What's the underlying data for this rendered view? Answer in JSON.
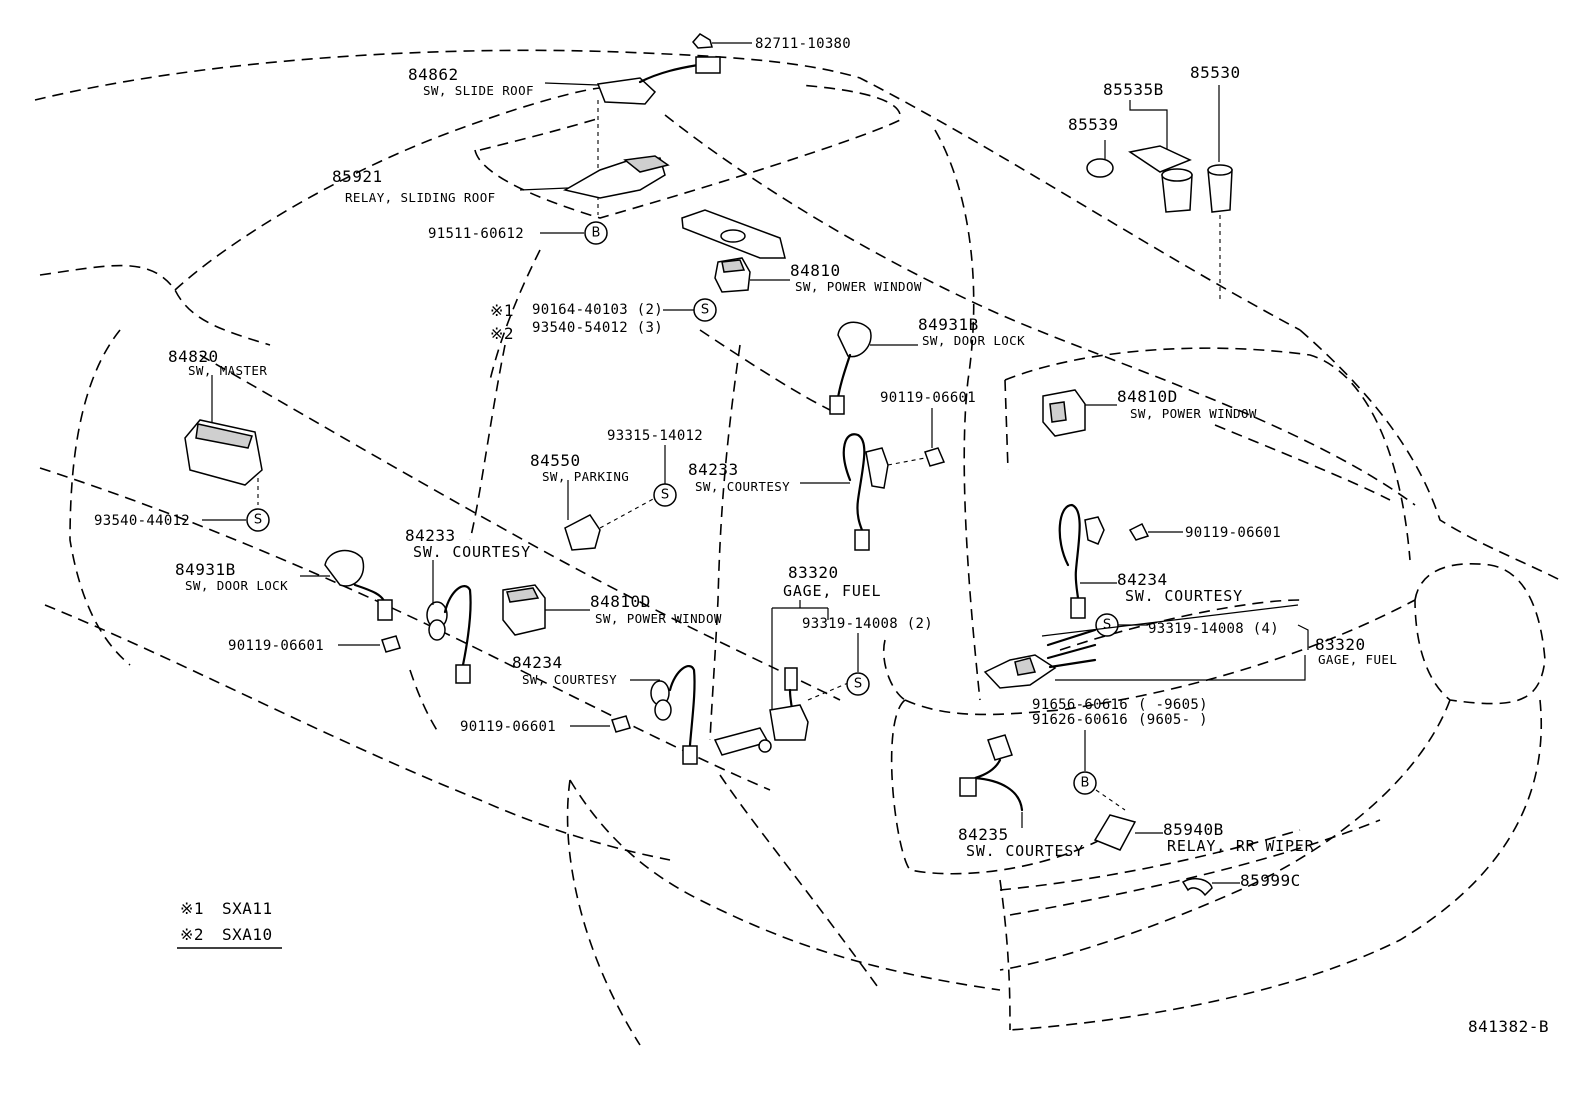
{
  "parts": {
    "p82711": {
      "number": "82711-10380"
    },
    "p84862": {
      "number": "84862",
      "name": "SW, SLIDE ROOF"
    },
    "p85921": {
      "number": "85921",
      "name": "RELAY, SLIDING ROOF"
    },
    "p91511": {
      "number": "91511-60612"
    },
    "p84810a": {
      "number": "84810",
      "name": "SW, POWER WINDOW"
    },
    "p90164": {
      "marker": "※1",
      "number": "90164-40103 (2)"
    },
    "p93540a": {
      "marker": "※2",
      "number": "93540-54012 (3)"
    },
    "p84931a": {
      "number": "84931B",
      "name": "SW, DOOR LOCK"
    },
    "p84820": {
      "number": "84820",
      "name": "SW, MASTER"
    },
    "p90119a": {
      "number": "90119-06601"
    },
    "p93315": {
      "number": "93315-14012"
    },
    "p84550": {
      "number": "84550",
      "name": "SW, PARKING"
    },
    "p84233a": {
      "number": "84233",
      "name": "SW, COURTESY"
    },
    "p93540b": {
      "number": "93540-44012"
    },
    "p84233b": {
      "number": "84233",
      "name": "SW. COURTESY"
    },
    "p84931b": {
      "number": "84931B",
      "name": "SW, DOOR LOCK"
    },
    "p84810b": {
      "number": "84810D",
      "name": "SW, POWER WINDOW"
    },
    "p90119b": {
      "number": "90119-06601"
    },
    "p84234a": {
      "number": "84234",
      "name": "SW, COURTESY"
    },
    "p90119c": {
      "number": "90119-06601"
    },
    "p83320a": {
      "number": "83320",
      "name": "GAGE, FUEL"
    },
    "p93319a": {
      "number": "93319-14008 (2)"
    },
    "p84810c": {
      "number": "84810D",
      "name": "SW, POWER WINDOW"
    },
    "p90119d": {
      "number": "90119-06601"
    },
    "p84234b": {
      "number": "84234",
      "name": "SW. COURTESY"
    },
    "p93319b": {
      "number": "93319-14008 (4)"
    },
    "p83320b": {
      "number": "83320",
      "name": "GAGE, FUEL"
    },
    "p91656": {
      "number": "91656-60616",
      "range": "(    -9605)"
    },
    "p91626": {
      "number": "91626-60616",
      "range": "(9605-    )"
    },
    "p84235": {
      "number": "84235",
      "name": "SW. COURTESY"
    },
    "p85940": {
      "number": "85940B",
      "name": "RELAY, RR WIPER"
    },
    "p85999": {
      "number": "85999C"
    },
    "p85535": {
      "number": "85535B"
    },
    "p85530": {
      "number": "85530"
    },
    "p85539": {
      "number": "85539"
    }
  },
  "symbols": {
    "s": "S",
    "b": "B"
  },
  "legend": {
    "line1": {
      "marker": "※1",
      "text": "SXA11"
    },
    "line2": {
      "marker": "※2",
      "text": "SXA10"
    }
  },
  "figure_code": "841382-B"
}
